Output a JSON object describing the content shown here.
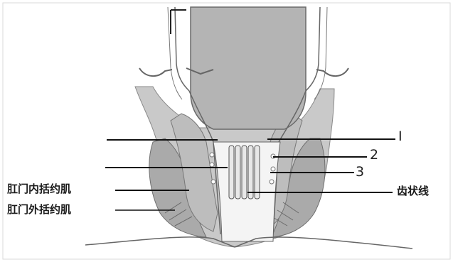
{
  "labels": {
    "internal_sphincter": "肛门内括约肌",
    "external_sphincter": "肛门外括约肌",
    "dentate_line": "齿状线"
  },
  "markers": {
    "m1": "I",
    "m2": "2",
    "m3": "3"
  }
}
